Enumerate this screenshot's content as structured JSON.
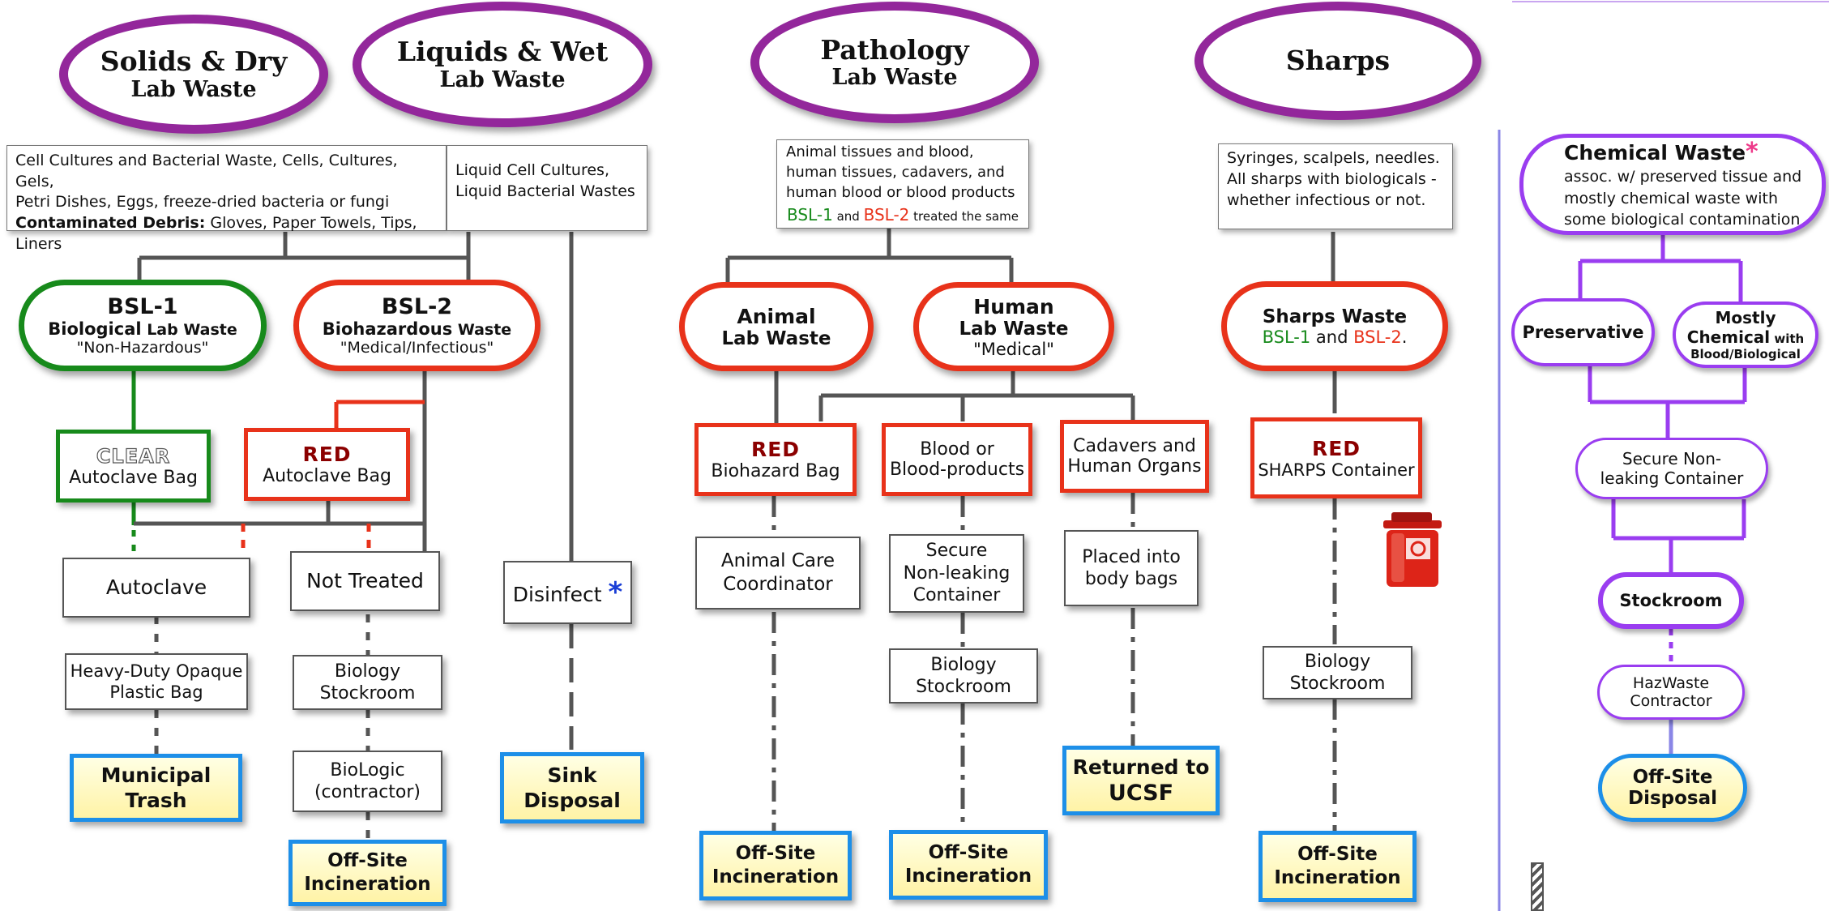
{
  "headers": {
    "solids": {
      "l1": "Solids & Dry",
      "l2": "Lab Waste"
    },
    "liquids": {
      "l1": "Liquids & Wet",
      "l2": "Lab Waste"
    },
    "pathology": {
      "l1": "Pathology",
      "l2": "Lab Waste"
    },
    "sharps": {
      "l1": "Sharps"
    }
  },
  "descriptions": {
    "solids_line1": "Cell Cultures and Bacterial Waste, Cells, Cultures, Gels,",
    "solids_line2": "Petri Dishes, Eggs, freeze-dried bacteria or fungi",
    "solids_bold": "Contaminated Debris:",
    "solids_rest": " Gloves, Paper Towels, Tips, Liners",
    "liquids_line1": "Liquid Cell Cultures,",
    "liquids_line2": "Liquid Bacterial Wastes",
    "pathology_line1": "Animal tissues and blood,",
    "pathology_line2": "human tissues, cadavers, and",
    "pathology_line3": "human blood or blood products",
    "pathology_bsl1": "BSL-1",
    "pathology_and": " and ",
    "pathology_bsl2": "BSL-2",
    "pathology_tail": " treated the same",
    "sharps_line1": "Syringes, scalpels, needles.",
    "sharps_line2": "All sharps with biologicals  -",
    "sharps_line3": "whether infectious or not."
  },
  "categories": {
    "bsl1": {
      "title": "BSL-1",
      "sub": "Biological",
      "sub2": " Lab Waste",
      "note": "\"Non-Hazardous\""
    },
    "bsl2": {
      "title": "BSL-2",
      "sub": "Biohazardous",
      "sub2": " Waste",
      "note": "\"Medical/Infectious\""
    },
    "animal": {
      "l1": "Animal",
      "l2": "Lab Waste"
    },
    "human": {
      "l1": "Human",
      "l2": "Lab Waste",
      "note": "\"Medical\""
    },
    "sharps": {
      "l1": "Sharps Waste",
      "bsl1": "BSL-1",
      "and": " and ",
      "bsl2": "BSL-2",
      "dot": "."
    }
  },
  "containers": {
    "clear_bag": {
      "label": "CLEAR",
      "text": "Autoclave Bag"
    },
    "red_bag": {
      "label": "RED",
      "text": "Autoclave Bag"
    },
    "red_biohazard": {
      "label": "RED",
      "text": "Biohazard Bag"
    },
    "blood": {
      "l1": "Blood or",
      "l2": "Blood-products"
    },
    "cadavers": {
      "l1": "Cadavers and",
      "l2": "Human Organs"
    },
    "sharps_container": {
      "label": "RED",
      "text": "SHARPS Container"
    }
  },
  "steps": {
    "autoclave": "Autoclave",
    "not_treated": "Not Treated",
    "disinfect": "Disinfect",
    "disinfect_star": "*",
    "heavy_bag_l1": "Heavy-Duty Opaque",
    "heavy_bag_l2": "Plastic Bag",
    "bio_stock_l1": "Biology",
    "bio_stock_l2": "Stockroom",
    "biologic_l1": "BioLogic",
    "biologic_l2": "(contractor)",
    "animal_care_l1": "Animal Care",
    "animal_care_l2": "Coordinator",
    "secure_l1": "Secure",
    "secure_l2": "Non-leaking",
    "secure_l3": "Container",
    "bio_stock2_l1": "Biology",
    "bio_stock2_l2": "Stockroom",
    "body_bags_l1": "Placed into",
    "body_bags_l2": "body bags",
    "bio_stock3_l1": "Biology",
    "bio_stock3_l2": "Stockroom"
  },
  "finals": {
    "municipal_l1": "Municipal",
    "municipal_l2": "Trash",
    "offsite1_l1": "Off-Site",
    "offsite1_l2": "Incineration",
    "sink_l1": "Sink",
    "sink_l2": "Disposal",
    "offsite2_l1": "Off-Site",
    "offsite2_l2": "Incineration",
    "offsite3_l1": "Off-Site",
    "offsite3_l2": "Incineration",
    "ucsf_l1": "Returned to",
    "ucsf_l2": "UCSF",
    "offsite4_l1": "Off-Site",
    "offsite4_l2": "Incineration"
  },
  "chemical": {
    "title": "Chemical Waste",
    "asterisk": "*",
    "line1": "assoc. w/ preserved tissue  and",
    "line2": "mostly chemical waste with",
    "line3": "some biological contamination",
    "preservative": "Preservative",
    "mostly_l1": "Mostly",
    "mostly_l2": "Chemical",
    "mostly_with": " with",
    "mostly_l3": "Blood/Biological",
    "secure_l1": "Secure Non-",
    "secure_l2": "leaking Container",
    "stockroom": "Stockroom",
    "haz_l1": "HazWaste",
    "haz_l2": "Contractor",
    "offsite_l1": "Off-Site",
    "offsite_l2": "Disposal"
  },
  "colors": {
    "header_ring": "#93279b",
    "bsl1_green": "#178a1b",
    "bsl2_red": "#e8321a",
    "final_blue": "#1d8fe8",
    "chemical_purple": "#9a3df0",
    "divider_blue": "#8a86e6"
  }
}
